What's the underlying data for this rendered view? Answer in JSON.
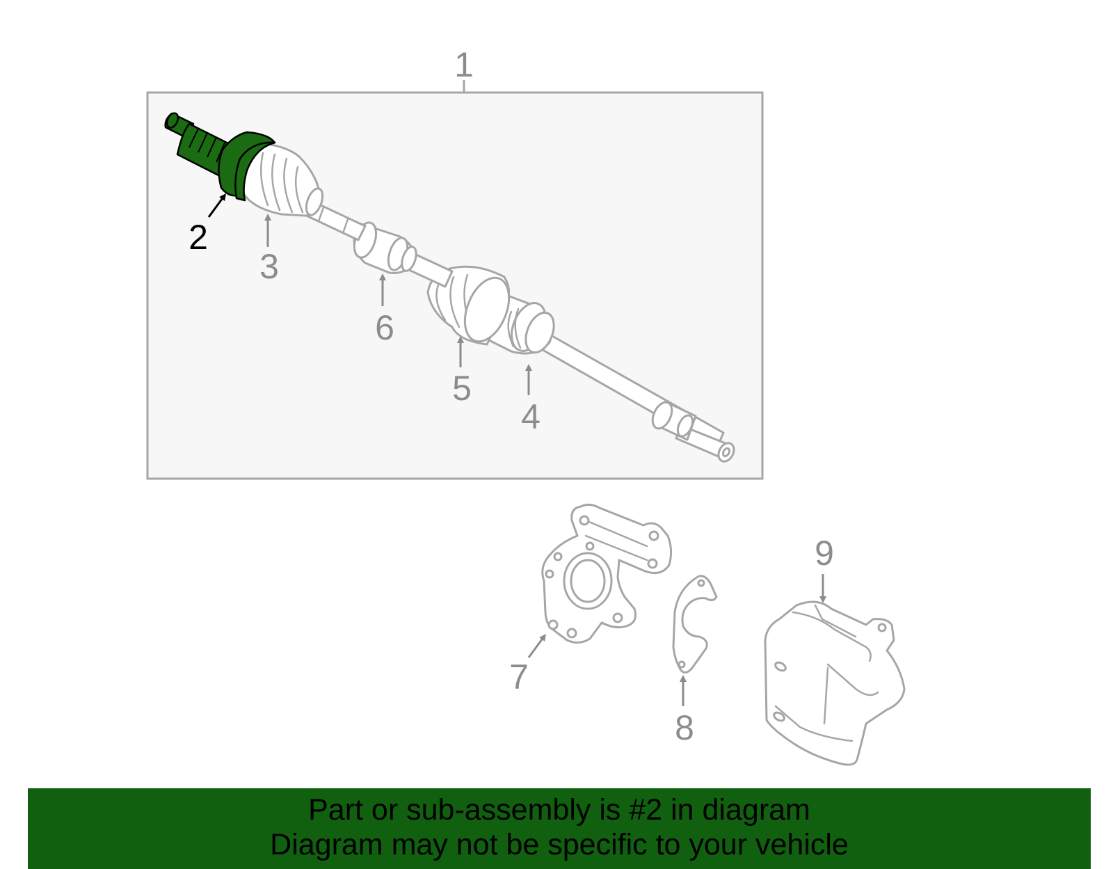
{
  "colors": {
    "highlight": "#1a6b12",
    "banner_bg": "#116010",
    "label_gray": "#8c8c8c",
    "outline_gray": "#a6a6a6",
    "box_bg": "#f7f7f7"
  },
  "callouts": {
    "c1": "1",
    "c2": "2",
    "c3": "3",
    "c4": "4",
    "c5": "5",
    "c6": "6",
    "c7": "7",
    "c8": "8",
    "c9": "9"
  },
  "highlighted_part": "2",
  "banner": {
    "line1": "Part or sub-assembly is #2 in diagram",
    "line2": "Diagram may not be specific to your vehicle"
  }
}
